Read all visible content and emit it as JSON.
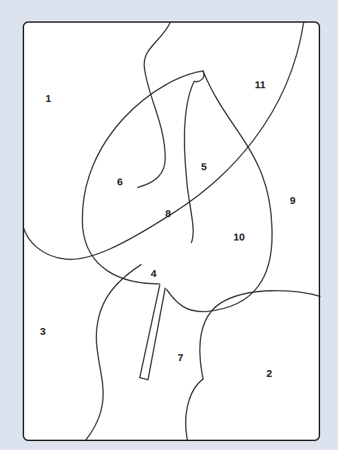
{
  "diagram": {
    "labels": [
      "1",
      "11",
      "6",
      "5",
      "9",
      "8",
      "10",
      "4",
      "3",
      "7",
      "2"
    ]
  }
}
